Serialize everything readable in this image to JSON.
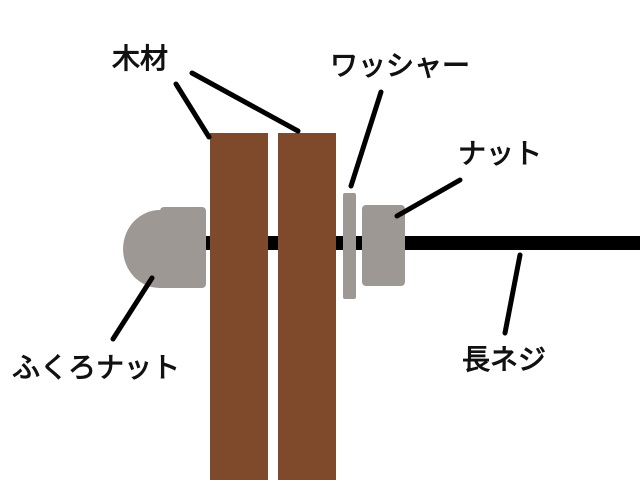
{
  "labels": {
    "wood": "木材",
    "washer": "ワッシャー",
    "nut": "ナット",
    "cap_nut": "ふくろナット",
    "long_bolt": "長ネジ"
  },
  "colors": {
    "wood": "#7f4a2c",
    "metal": "#9d9893",
    "bolt": "#000000",
    "text": "#111111",
    "background": "#ffffff"
  }
}
